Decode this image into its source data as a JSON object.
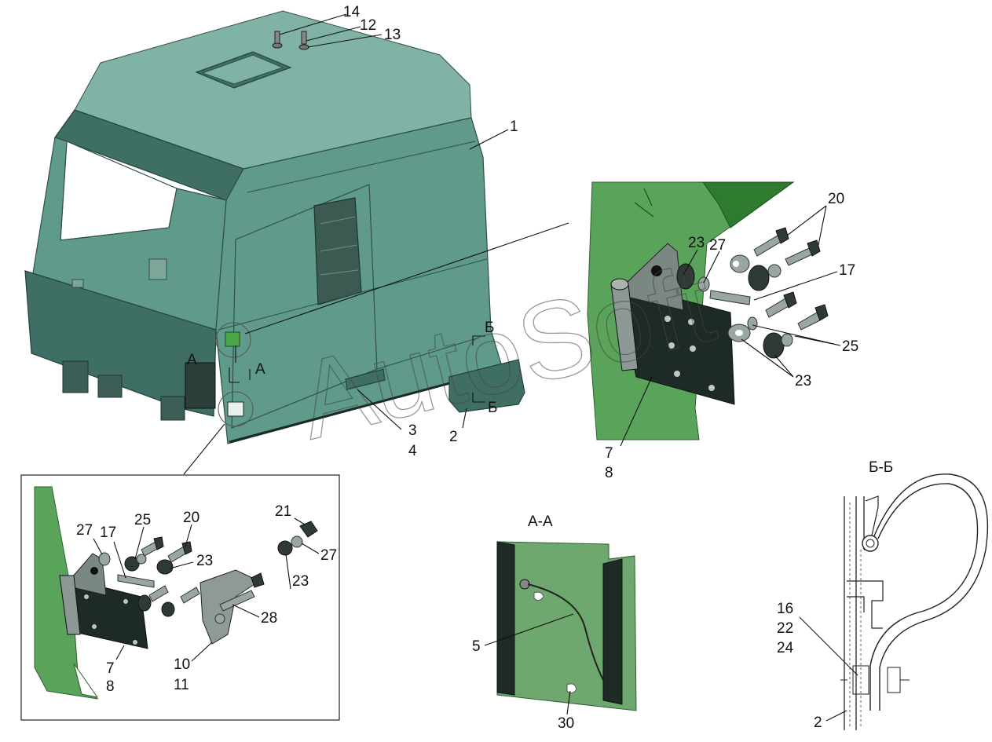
{
  "watermark": "AutoSoft",
  "section_labels": {
    "aa": "А-А",
    "bb": "Б-Б",
    "cut_a_left": "А",
    "cut_a_right": "А",
    "cut_b_top": "Б",
    "cut_b_bottom": "Б"
  },
  "callouts": {
    "c1": "1",
    "c2": "2",
    "c3": "3",
    "c4": "4",
    "c12": "12",
    "c13": "13",
    "c14": "14",
    "h20": "20",
    "h23a": "23",
    "h27": "27",
    "h17": "17",
    "h25": "25",
    "h23b": "23",
    "h7": "7",
    "h8": "8",
    "i25": "25",
    "i20": "20",
    "i27a": "27",
    "i17": "17",
    "i23a": "23",
    "i21": "21",
    "i27b": "27",
    "i23b": "23",
    "i28": "28",
    "i7": "7",
    "i8": "8",
    "i10": "10",
    "i11": "11",
    "a5": "5",
    "a30": "30",
    "b16": "16",
    "b22": "22",
    "b24": "24",
    "b2": "2"
  }
}
